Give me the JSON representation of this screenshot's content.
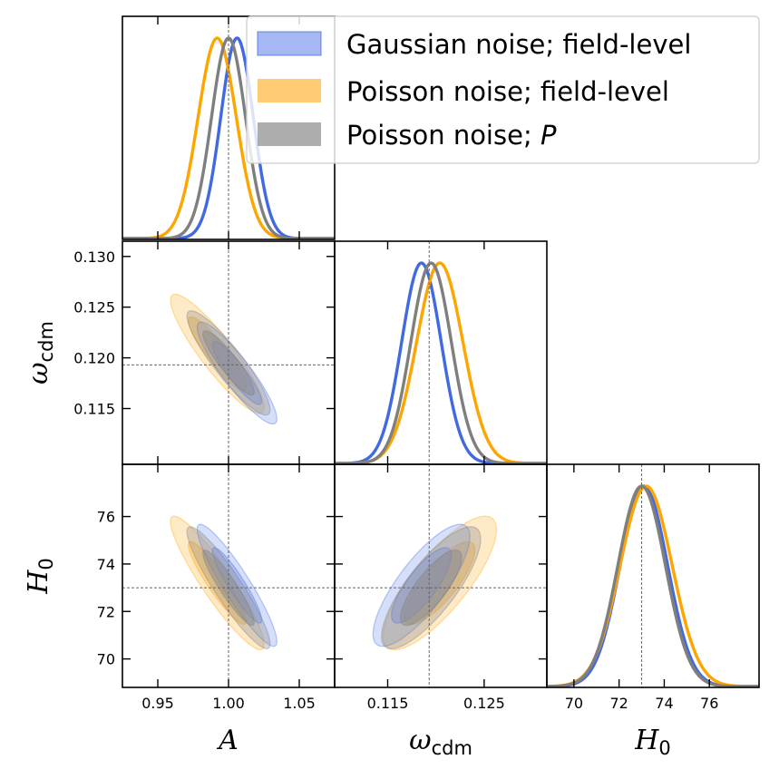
{
  "chart_data": {
    "type": "corner",
    "title": "",
    "parameters": [
      {
        "key": "A",
        "label": "A",
        "sub": "",
        "range": [
          0.925,
          1.075
        ],
        "ticks": [
          0.95,
          1.0,
          1.05
        ],
        "tick_labels": [
          "0.95",
          "1.00",
          "1.05"
        ],
        "truth": 1.0
      },
      {
        "key": "wcdm",
        "label": "ω",
        "sub": "cdm",
        "range": [
          0.1095,
          0.1315
        ],
        "ticks": [
          0.115,
          0.12,
          0.125,
          0.13
        ],
        "tick_labels": [
          "0.115",
          "0.120",
          "0.125",
          "0.130"
        ],
        "x_ticks": [
          0.115,
          0.125
        ],
        "x_tick_labels": [
          "0.115",
          "0.125"
        ],
        "truth": 0.1193
      },
      {
        "key": "H0",
        "label": "H",
        "sub": "0",
        "range": [
          68.8,
          78.2
        ],
        "ticks": [
          70,
          72,
          74,
          76
        ],
        "tick_labels": [
          "70",
          "72",
          "74",
          "76"
        ],
        "truth": 73.0
      }
    ],
    "series": [
      {
        "name": "Gaussian noise; field-level",
        "color": "#4169e1",
        "fill_color": "#7f9af0",
        "mean": {
          "A": 1.006,
          "wcdm": 0.1185,
          "H0": 73.1
        },
        "sigma": {
          "A": 0.0115,
          "wcdm": 0.00205,
          "H0": 1.05
        },
        "corr": {
          "A_wcdm": -0.9,
          "A_H0": -0.92,
          "wcdm_H0": 0.8
        }
      },
      {
        "name": "Poisson noise; field-level",
        "color": "#ffa500",
        "fill_color": "#ffbe52",
        "mean": {
          "A": 0.992,
          "wcdm": 0.1204,
          "H0": 73.2
        },
        "sigma": {
          "A": 0.0135,
          "wcdm": 0.0024,
          "H0": 1.15
        },
        "corr": {
          "A_wcdm": -0.9,
          "A_H0": -0.92,
          "wcdm_H0": 0.8
        }
      },
      {
        "name": "Poisson noise; P",
        "name_italic_suffix": "P",
        "color": "#7f7f7f",
        "fill_color": "#8a8a8a",
        "mean": {
          "A": 1.0,
          "wcdm": 0.1195,
          "H0": 73.0
        },
        "sigma": {
          "A": 0.012,
          "wcdm": 0.0021,
          "H0": 1.05
        },
        "corr": {
          "A_wcdm": -0.9,
          "A_H0": -0.92,
          "wcdm_H0": 0.8
        }
      }
    ],
    "contour_levels": [
      "68%",
      "95%"
    ],
    "legend_position": "top-right",
    "grid": false
  }
}
